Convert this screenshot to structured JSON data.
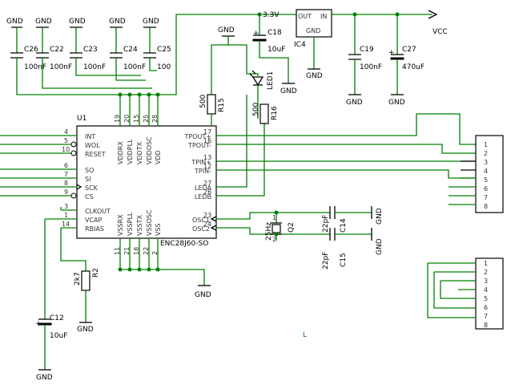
{
  "title": "",
  "ic_u1": {
    "ref": "U1",
    "part": "ENC28J60-SO",
    "left_pins": [
      {
        "num": "4",
        "name": "INT"
      },
      {
        "num": "5",
        "name": "WOL"
      },
      {
        "num": "10",
        "name": "RESET"
      },
      {
        "num": "6",
        "name": "SO"
      },
      {
        "num": "7",
        "name": "SI"
      },
      {
        "num": "8",
        "name": "SCK"
      },
      {
        "num": "9",
        "name": "CS"
      },
      {
        "num": "3",
        "name": "CLKOUT"
      },
      {
        "num": "1",
        "name": "VCAP"
      },
      {
        "num": "14",
        "name": "RBIAS"
      }
    ],
    "right_pins": [
      {
        "num": "17",
        "name": "TPOUT+"
      },
      {
        "num": "16",
        "name": "TPOUT-"
      },
      {
        "num": "13",
        "name": "TPIN+"
      },
      {
        "num": "12",
        "name": "TPIN-"
      },
      {
        "num": "27",
        "name": "LEDA"
      },
      {
        "num": "26",
        "name": "LEDB"
      },
      {
        "num": "23",
        "name": "OSC1"
      },
      {
        "num": "24",
        "name": "OSC2"
      }
    ],
    "top_pins": [
      {
        "num": "19",
        "name": "VDDRX"
      },
      {
        "num": "20",
        "name": "VDDPLL"
      },
      {
        "num": "15",
        "name": "VDDTX"
      },
      {
        "num": "25",
        "name": "VDDOSC"
      },
      {
        "num": "28",
        "name": "VDD"
      }
    ],
    "bottom_pins": [
      {
        "num": "11",
        "name": "VSSRX"
      },
      {
        "num": "21",
        "name": "VSSPLL"
      },
      {
        "num": "18",
        "name": "VSSTX"
      },
      {
        "num": "22",
        "name": "VSSOSC"
      },
      {
        "num": "2",
        "name": "VSS"
      }
    ]
  },
  "ic4": {
    "ref": "IC4",
    "out": "OUT",
    "in": "IN",
    "gnd": "GND"
  },
  "nets": {
    "v33": "3.3V",
    "vcc": "VCC",
    "gnd": "GND",
    "l": "L"
  },
  "caps_top": [
    {
      "ref": "C26",
      "value": "100nF"
    },
    {
      "ref": "C22",
      "value": "100nF"
    },
    {
      "ref": "C23",
      "value": "100nF"
    },
    {
      "ref": "C24",
      "value": "100nF"
    },
    {
      "ref": "C25",
      "value": "100"
    }
  ],
  "c18": {
    "ref": "C18",
    "value": "10uF"
  },
  "c19": {
    "ref": "C19",
    "value": "100nF"
  },
  "c27": {
    "ref": "C27",
    "value": "470uF"
  },
  "c12": {
    "ref": "C12",
    "value": "10uF"
  },
  "c14": {
    "ref": "C14",
    "value": "22pF"
  },
  "c15": {
    "ref": "C15",
    "value": "22pF"
  },
  "q2": {
    "ref": "Q2",
    "value": "25Hz",
    "p1": "1",
    "p2": "2"
  },
  "r2": {
    "ref": "R2",
    "value": "2k7"
  },
  "r15": {
    "ref": "R15",
    "value": "500"
  },
  "r16": {
    "ref": "R16",
    "value": "500"
  },
  "led1": {
    "ref": "LED1"
  },
  "connector1": [
    "1",
    "2",
    "3",
    "4",
    "5",
    "6",
    "7",
    "8"
  ],
  "connector2": [
    "1",
    "2",
    "3",
    "4",
    "5",
    "6",
    "7",
    "8"
  ]
}
